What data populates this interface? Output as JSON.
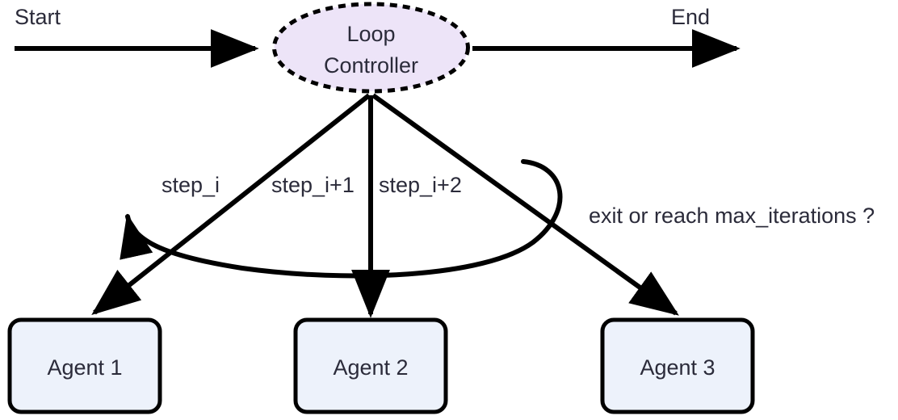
{
  "diagram": {
    "title_present": false,
    "background_color": "#ffffff",
    "text_color": "#2b2b3a",
    "stroke_color": "#000000",
    "endpoints": {
      "start_label": "Start",
      "end_label": "End"
    },
    "controller": {
      "line1": "Loop",
      "line2": "Controller",
      "fill_color": "#ede4f8",
      "border_style": "dashed",
      "border_color": "#000000"
    },
    "agents": [
      {
        "label": "Agent 1",
        "fill_color": "#edf2fb",
        "border_color": "#000000"
      },
      {
        "label": "Agent 2",
        "fill_color": "#edf2fb",
        "border_color": "#000000"
      },
      {
        "label": "Agent 3",
        "fill_color": "#edf2fb",
        "border_color": "#000000"
      }
    ],
    "step_labels": [
      "step_i",
      "step_i+1",
      "step_i+2"
    ],
    "feedback_label": "exit or reach max_iterations ?"
  }
}
